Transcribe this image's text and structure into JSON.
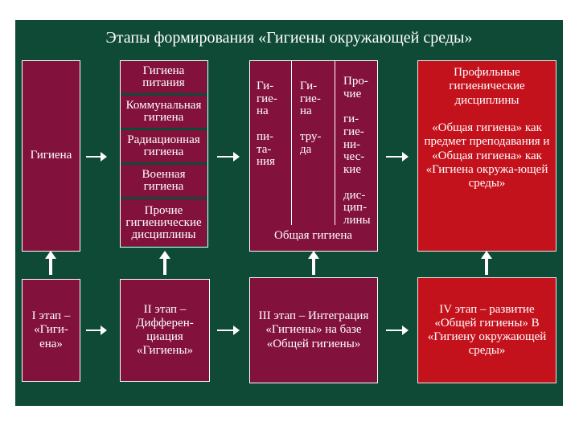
{
  "title": "Этапы формирования «Гигиены окружающей среды»",
  "stage1": {
    "top_label": "Гигиена",
    "bottom_label": "I этап – «Гиги-ена»"
  },
  "stage2": {
    "items": [
      "Гигиена питания",
      "Коммунальная гигиена",
      "Радиационная гигиена",
      "Военная гигиена",
      "Прочие гигиенические дисциплины"
    ],
    "bottom_label": "II этап – Дифферен-циация «Гигиены»"
  },
  "stage3": {
    "sub1": "Ги-\nгие-\nна\n\nпи-\nта-\nния",
    "sub2": "Ги-\nгие-\nна\n\nтру-\nда",
    "sub3": "Про-\nчие\n\nги-\nгие-\nни-\nчес-\nкие\n\nдис-\nцип-\nлины",
    "general": "Общая гигиена",
    "bottom_label": "III этап – Интеграция «Гигиены» на базе «Общей гигиены»"
  },
  "stage4": {
    "top_label": "Профильные гигиенические дисциплины\n\n«Общая гигиена» как предмет преподавания и «Общая гигиена» как «Гигиена окружа-ющей среды»",
    "bottom_label": "IV этап – развитие «Общей гигиены» В «Гигиену окружающей среды»"
  },
  "colors": {
    "background": "#0f4a36",
    "box": "#82123c",
    "box_stage4": "#c4121d",
    "text": "#ffffff"
  }
}
